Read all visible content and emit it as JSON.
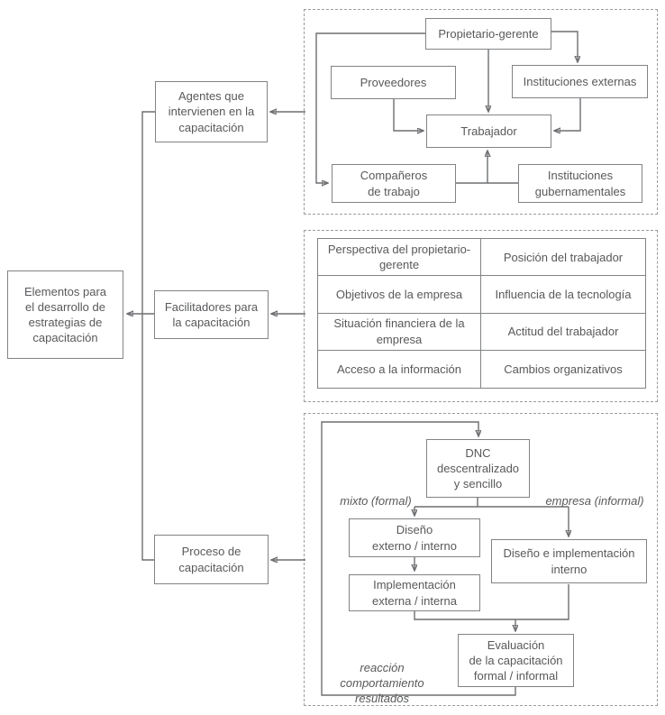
{
  "colors": {
    "line": "#6d6e71",
    "box_border": "#818386",
    "text": "#58595b",
    "dashed_border": "#9a9c9e",
    "arrowhead": "#474849",
    "background": "#ffffff"
  },
  "root_box": {
    "label": "Elementos para\nel desarrollo de\nestrategias de\ncapacitación"
  },
  "branches": {
    "agents": {
      "label": "Agentes que\nintervienen en la\ncapacitación"
    },
    "facilitators": {
      "label": "Facilitadores para\nla capacitación"
    },
    "process": {
      "label": "Proceso de\ncapacitación"
    }
  },
  "agents_panel": {
    "owner_manager": "Propietario-gerente",
    "suppliers": "Proveedores",
    "external_institutions": "Instituciones externas",
    "worker": "Trabajador",
    "coworkers": "Compañeros\nde trabajo",
    "government_institutions": "Instituciones\ngubernamentales"
  },
  "facilitators_panel": {
    "cells": [
      [
        "Perspectiva del\npropietario-gerente",
        "Posición\ndel trabajador"
      ],
      [
        "Objetivos\nde la empresa",
        "Influencia de la\ntecnología"
      ],
      [
        "Situación financiera\nde la empresa",
        "Actitud\ndel trabajador"
      ],
      [
        "Acceso a la\ninformación",
        "Cambios\norganizativos"
      ]
    ]
  },
  "process_panel": {
    "dnc": "DNC\ndescentralizado\ny sencillo",
    "branch_label_left": "mixto (formal)",
    "branch_label_right": "empresa (informal)",
    "design_external_internal": "Diseño\nexterno / interno",
    "implementation_external_internal": "Implementación\nexterna / interna",
    "design_implementation_internal": "Diseño e implementación\ninterno",
    "evaluation": "Evaluación\nde la capacitación\nformal / informal",
    "evaluation_criteria": "reacción\ncomportamiento\nresultados"
  }
}
